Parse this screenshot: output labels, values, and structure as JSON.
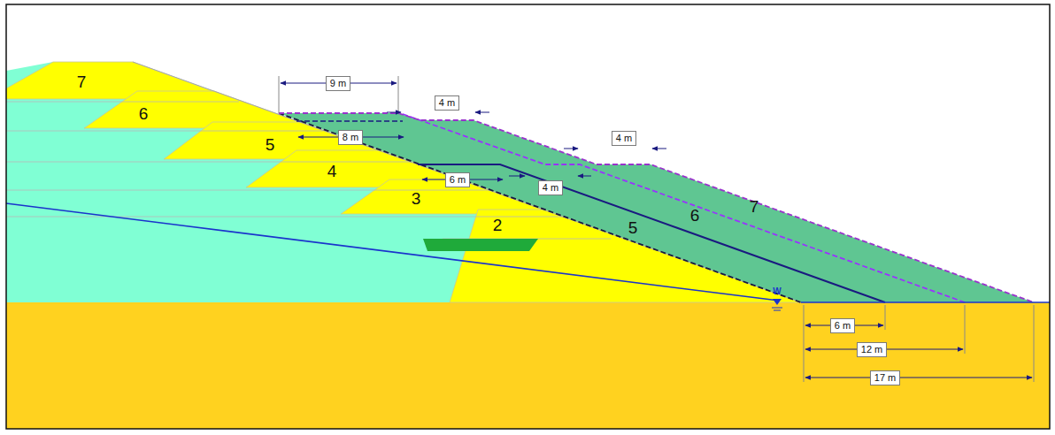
{
  "diagram": {
    "labels": [
      "7",
      "6",
      "9 m",
      "4 m",
      "5",
      "8 m",
      "4 m",
      "4",
      "6 m",
      "4 m",
      "3",
      "7",
      "6",
      "2",
      "5",
      "W",
      "6 m",
      "12 m",
      "17 m"
    ]
  }
}
